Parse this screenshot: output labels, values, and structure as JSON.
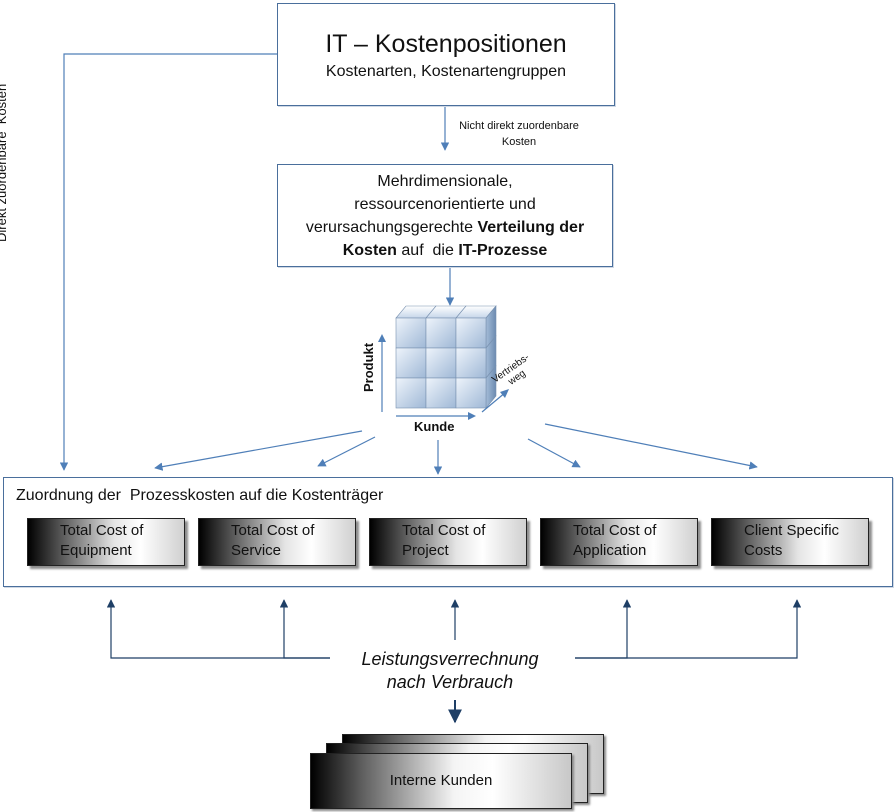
{
  "top_box": {
    "title": "IT – Kostenpositionen",
    "subtitle": "Kostenarten, Kostenartengruppen"
  },
  "side_label": "Direkt zuordenbare  Kosten",
  "indirect_label_line1": "Nicht direkt zuordenbare",
  "indirect_label_line2": "Kosten",
  "middle_box": {
    "line1": "Mehrdimensionale,",
    "line2": "ressourcenorientierte und",
    "line3_plain": "verursachungsgerechte ",
    "line3_bold": "Verteilung der",
    "line4_bold1": "Kosten",
    "line4_plain": " auf  die ",
    "line4_bold2": "IT-Prozesse"
  },
  "cube": {
    "axis_y": "Produkt",
    "axis_x": "Kunde",
    "axis_z": "Vertriebs-weg"
  },
  "allocation_box": {
    "title": "Zuordnung der  Prozesskosten auf die Kostenträger",
    "items": [
      {
        "line1": "Total Cost of",
        "line2": "Equipment"
      },
      {
        "line1": "Total Cost of",
        "line2": "Service"
      },
      {
        "line1": "Total Cost of",
        "line2": "Project"
      },
      {
        "line1": "Total Cost of",
        "line2": "Application"
      },
      {
        "line1": "Client Specific",
        "line2": "Costs"
      }
    ]
  },
  "billing": {
    "line1": "Leistungsverrechnung",
    "line2": "nach Verbrauch"
  },
  "customers": {
    "label": "Interne Kunden"
  },
  "colors": {
    "line_blue": "#4f7fb8",
    "arrow_dark": "#1f3f66",
    "box_border": "#4a6f9c"
  }
}
